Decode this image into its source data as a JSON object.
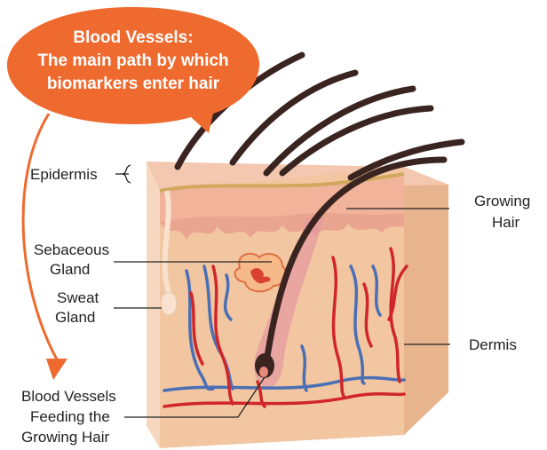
{
  "callout": {
    "line1": "Blood Vessels:",
    "line2": "The main path by which",
    "line3": "biomarkers enter hair"
  },
  "labels": {
    "epidermis": "Epidermis",
    "sebaceous_line1": "Sebaceous",
    "sebaceous_line2": "Gland",
    "sweat_line1": "Sweat",
    "sweat_line2": "Gland",
    "blood_line1": "Blood Vessels",
    "blood_line2": "Feeding the",
    "blood_line3": "Growing Hair",
    "growing_line1": "Growing",
    "growing_line2": "Hair",
    "dermis": "Dermis"
  },
  "colors": {
    "callout": "#ee6a2f",
    "artery": "#d0262b",
    "vein": "#4a6fb5",
    "hair": "#3a2420",
    "dermis": "#f2c6a0",
    "epidermis": "#f1b39a"
  }
}
